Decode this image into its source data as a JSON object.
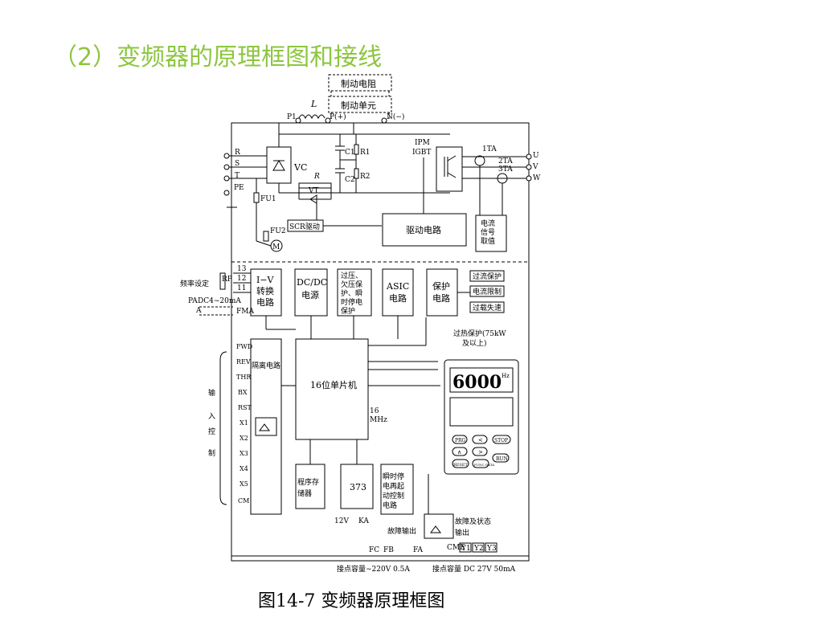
{
  "slide": {
    "title": "（2）变频器的原理框图和接线",
    "caption": "图14-7  变频器原理框图"
  },
  "colors": {
    "title": "#8dc63f",
    "lines": "#000000",
    "background": "#ffffff"
  },
  "diagram": {
    "top": {
      "brake_resistor": "制动电阻",
      "brake_unit": "制动单元",
      "inductor": "L",
      "p1": "P1",
      "p_plus": "P(+)",
      "n_minus": "N(−)"
    },
    "inputs": [
      "R",
      "S",
      "T",
      "PE"
    ],
    "outputs": [
      "U",
      "V",
      "W"
    ],
    "power": {
      "vc": "VC",
      "c1": "C1",
      "r1": "R1",
      "c2": "C2",
      "r2": "R2",
      "r": "R",
      "vt": "VT",
      "fu1": "FU1",
      "fu2": "FU2",
      "motor": "M",
      "scr_drive": "SCR驱动",
      "ipm": "IPM",
      "igbt": "IGBT",
      "ta1": "1TA",
      "ta2": "2TA",
      "ta3": "3TA",
      "current_signal": "电流信号取值",
      "drive_circuit": "驱动电路"
    },
    "control": {
      "freq_setting": "频率设定",
      "rp": "RP",
      "terms_top": [
        "13",
        "12",
        "11"
      ],
      "pa": "PA",
      "pa_range": "DC4∼20mA",
      "a": "A",
      "fma": "FMA",
      "iv": "I−V转换电路",
      "dcdc": "DC/DC电源",
      "protect": "过压、欠压保护、瞬时停电保护",
      "asic": "ASIC电路",
      "protection": "保护电路",
      "overcurrent": "过流保护",
      "current_limit": "电流限制",
      "overload": "过载失速",
      "overheat": "过热保护(75kW及以上)",
      "isolation": "隔离电路",
      "mcu": "16位单片机",
      "crystal": "16 MHz",
      "memory": "程序存储器",
      "latch": "373",
      "restart": "瞬时停电再起动控制电路",
      "relay_12v": "12V",
      "ka": "KA",
      "fault_out": "故障输出",
      "fault_status": "故障及状态输出",
      "fault_terms": [
        "FC",
        "FB",
        "FA"
      ],
      "cme": "CME",
      "y_terms": [
        "Y1",
        "Y2",
        "Y3"
      ],
      "contact1": "接点容量∼220V  0.5A",
      "contact2": "接点容量 DC 27V 50mA"
    },
    "input_label": [
      "输",
      "入",
      "控",
      "制"
    ],
    "input_terms": [
      "FWD",
      "REV",
      "THR",
      "BX",
      "RST",
      "X1",
      "X2",
      "X3",
      "X4",
      "X5",
      "CM"
    ],
    "keypad": {
      "display": "6000",
      "units": "Hz",
      "buttons_row1": [
        "PRG",
        "<",
        "STOP"
      ],
      "buttons_row2": [
        "∧",
        ">"
      ],
      "buttons_row3": [
        "RESET",
        "FUNC DATA",
        "RUN"
      ]
    }
  }
}
